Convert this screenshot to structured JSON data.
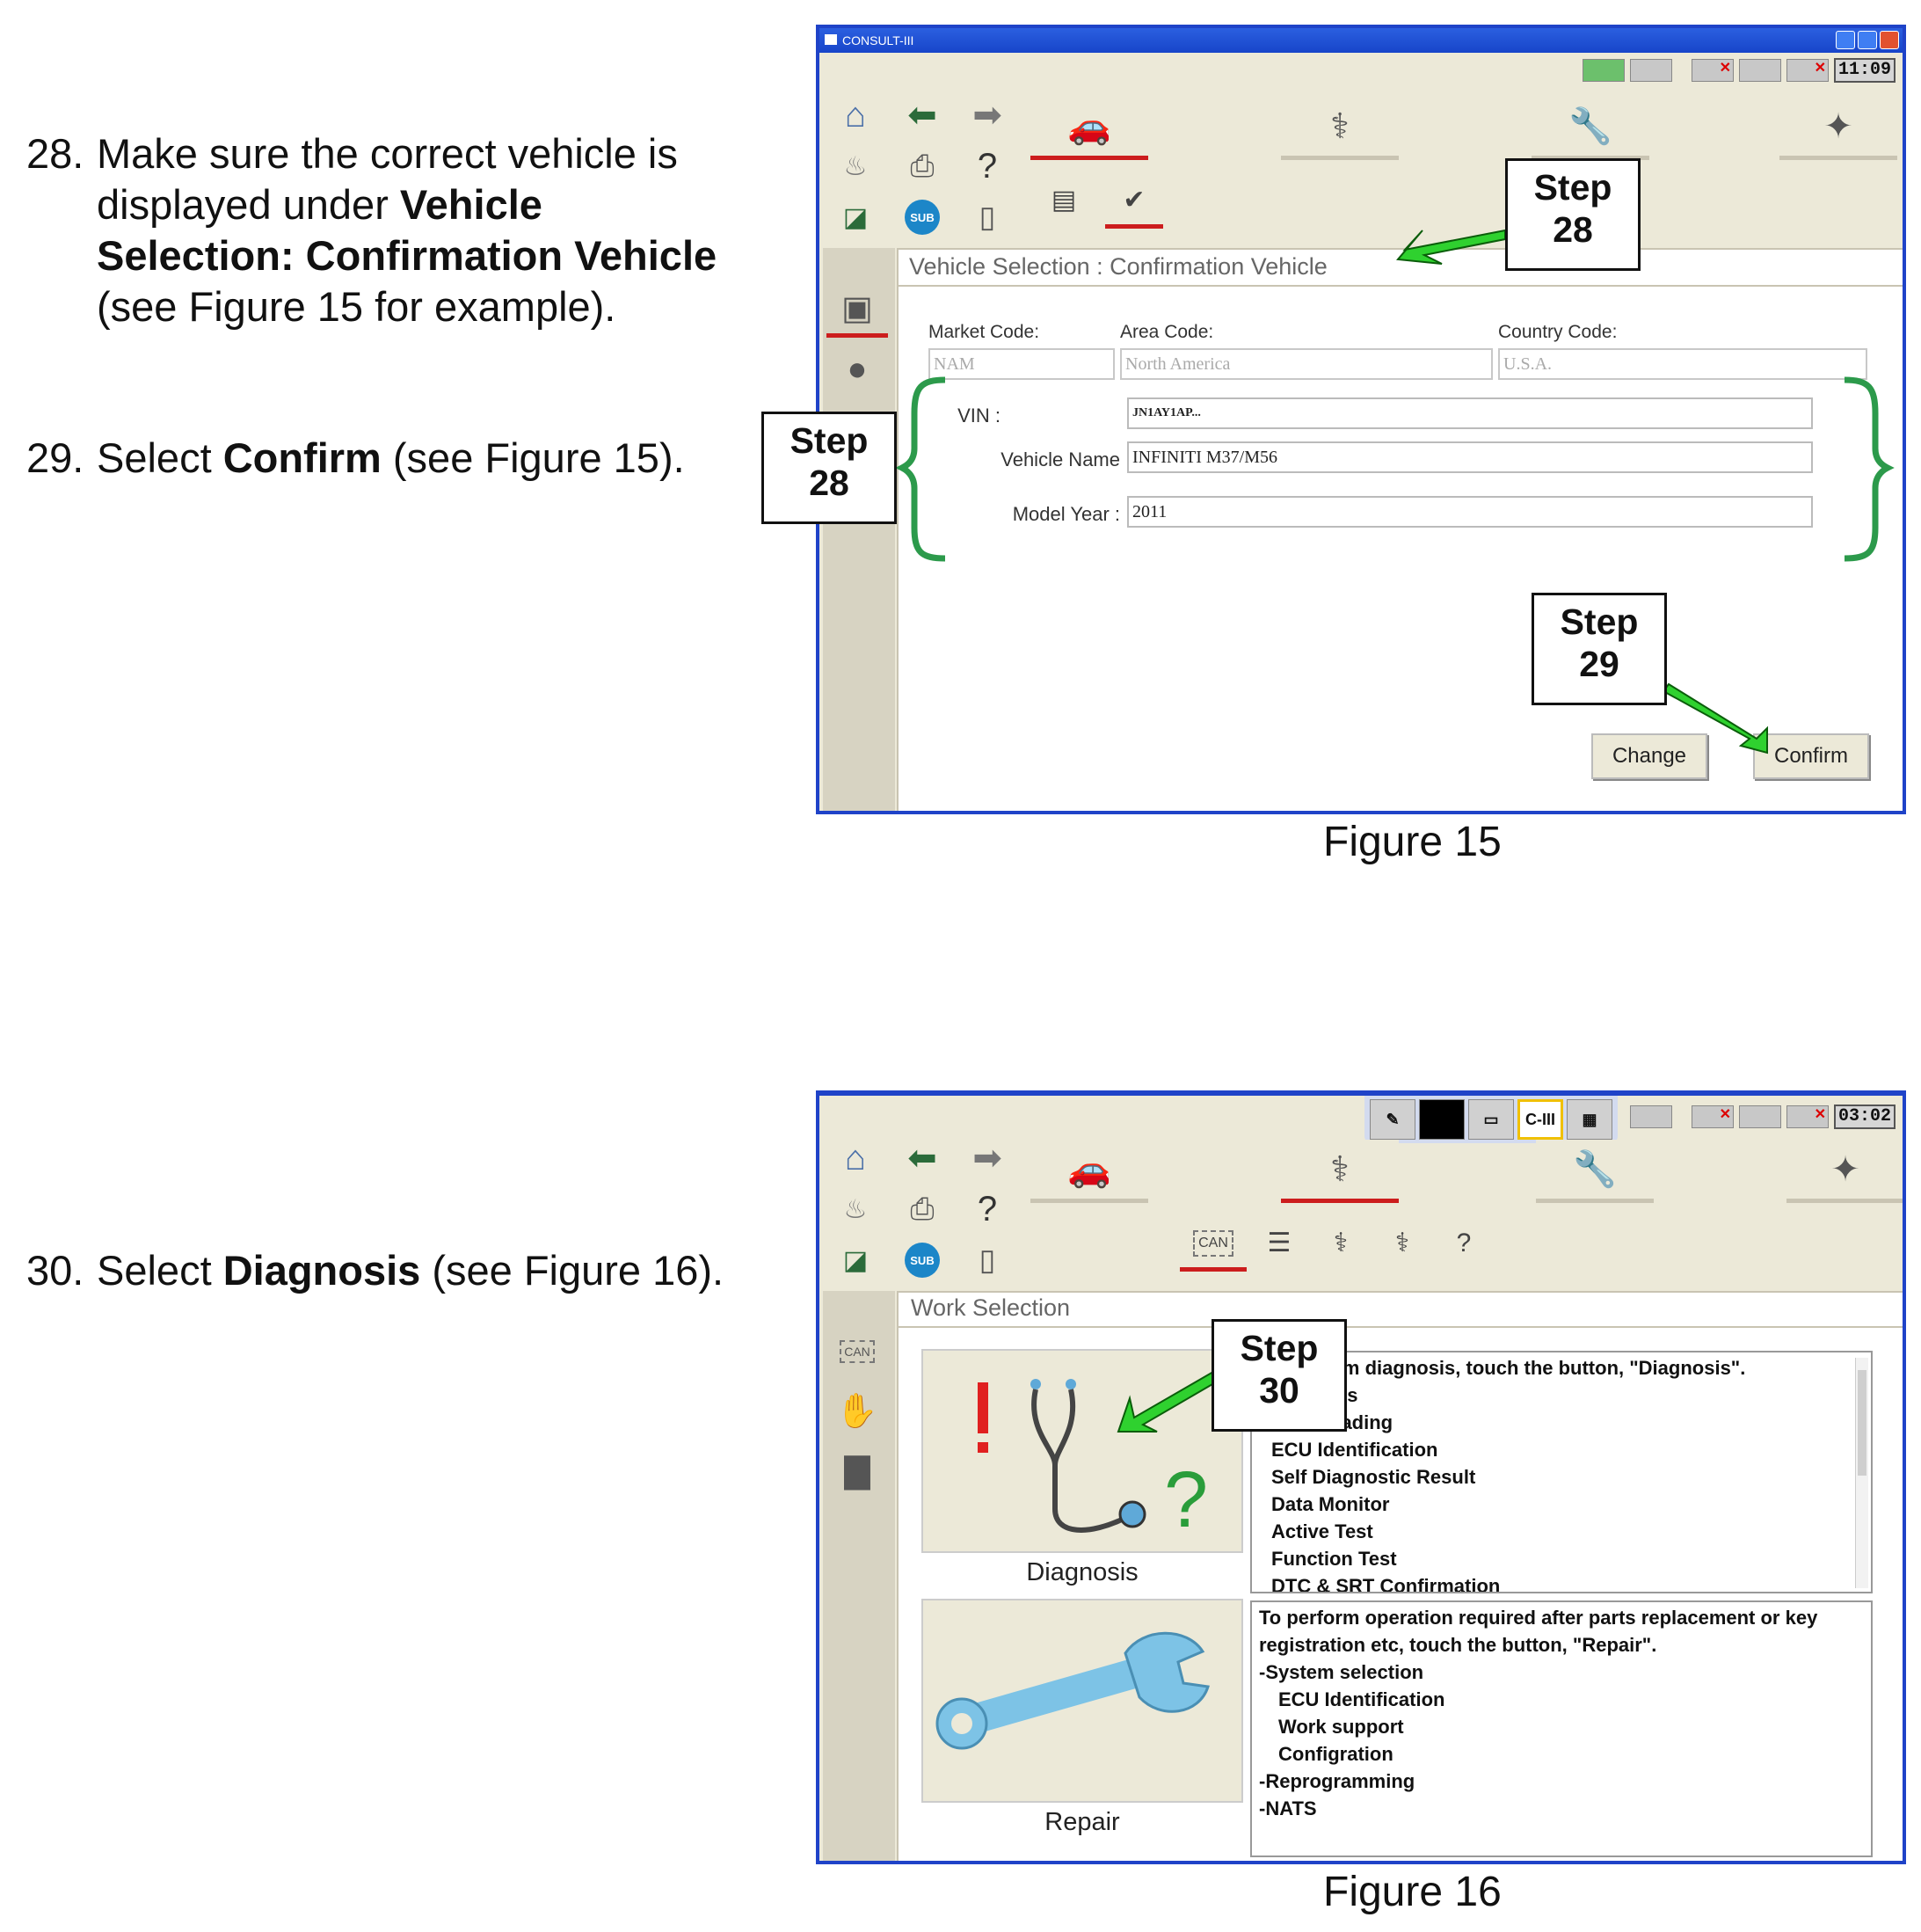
{
  "steps": [
    {
      "num": "28.",
      "line1": "Make sure the correct vehicle is",
      "line2a": "displayed under ",
      "line2b": "Vehicle",
      "line3": "Selection: Confirmation Vehicle",
      "line4": "(see Figure 15 for example)."
    },
    {
      "num": "29.",
      "pre": "Select ",
      "bold": "Confirm",
      "post": " (see Figure 15)."
    },
    {
      "num": "30.",
      "pre": "Select ",
      "bold": "Diagnosis",
      "post": " (see Figure 16)."
    }
  ],
  "figure15": {
    "caption": "Figure 15",
    "window_title": "CONSULT-III",
    "clock": "11:09",
    "screen_title": "Vehicle Selection : Confirmation Vehicle",
    "fields": {
      "market_label": "Market Code:",
      "market_value": "NAM",
      "area_label": "Area Code:",
      "area_value": "North America",
      "country_label": "Country Code:",
      "country_value": "U.S.A.",
      "vin_label": "VIN :",
      "vin_value": "JN1AY1AP...",
      "name_label": "Vehicle Name",
      "name_value": "INFINITI M37/M56",
      "year_label": "Model Year :",
      "year_value": "2011"
    },
    "buttons": {
      "change": "Change",
      "confirm": "Confirm"
    },
    "callouts": {
      "step_word": "Step",
      "s28": "28",
      "s29": "29"
    }
  },
  "figure16": {
    "caption": "Figure 16",
    "clock": "03:02",
    "screen_title": "Work Selection",
    "tray_label": "C-III",
    "diagnosis_label": "Diagnosis",
    "repair_label": "Repair",
    "diagnosis_desc": [
      "To perform diagnosis, touch the button, \"Diagnosis\".",
      "-Diagnosis",
      "DTC Reading",
      "ECU Identification",
      "Self Diagnostic Result",
      "Data Monitor",
      "Active Test",
      "Function Test",
      "DTC & SRT Confirmation"
    ],
    "repair_desc": [
      "To perform operation required after parts replacement or key",
      "registration etc, touch the button, \"Repair\".",
      "-System selection",
      "ECU Identification",
      "Work support",
      "Configration",
      "-Reprogramming",
      "-NATS"
    ],
    "callouts": {
      "step_word": "Step",
      "s30": "30"
    }
  },
  "colors": {
    "window_border": "#1f43c8",
    "active_tab": "#cc1d1d",
    "arrow": "#2fd12f",
    "bracket": "#2c9a4b",
    "panel": "#ece9d8"
  }
}
